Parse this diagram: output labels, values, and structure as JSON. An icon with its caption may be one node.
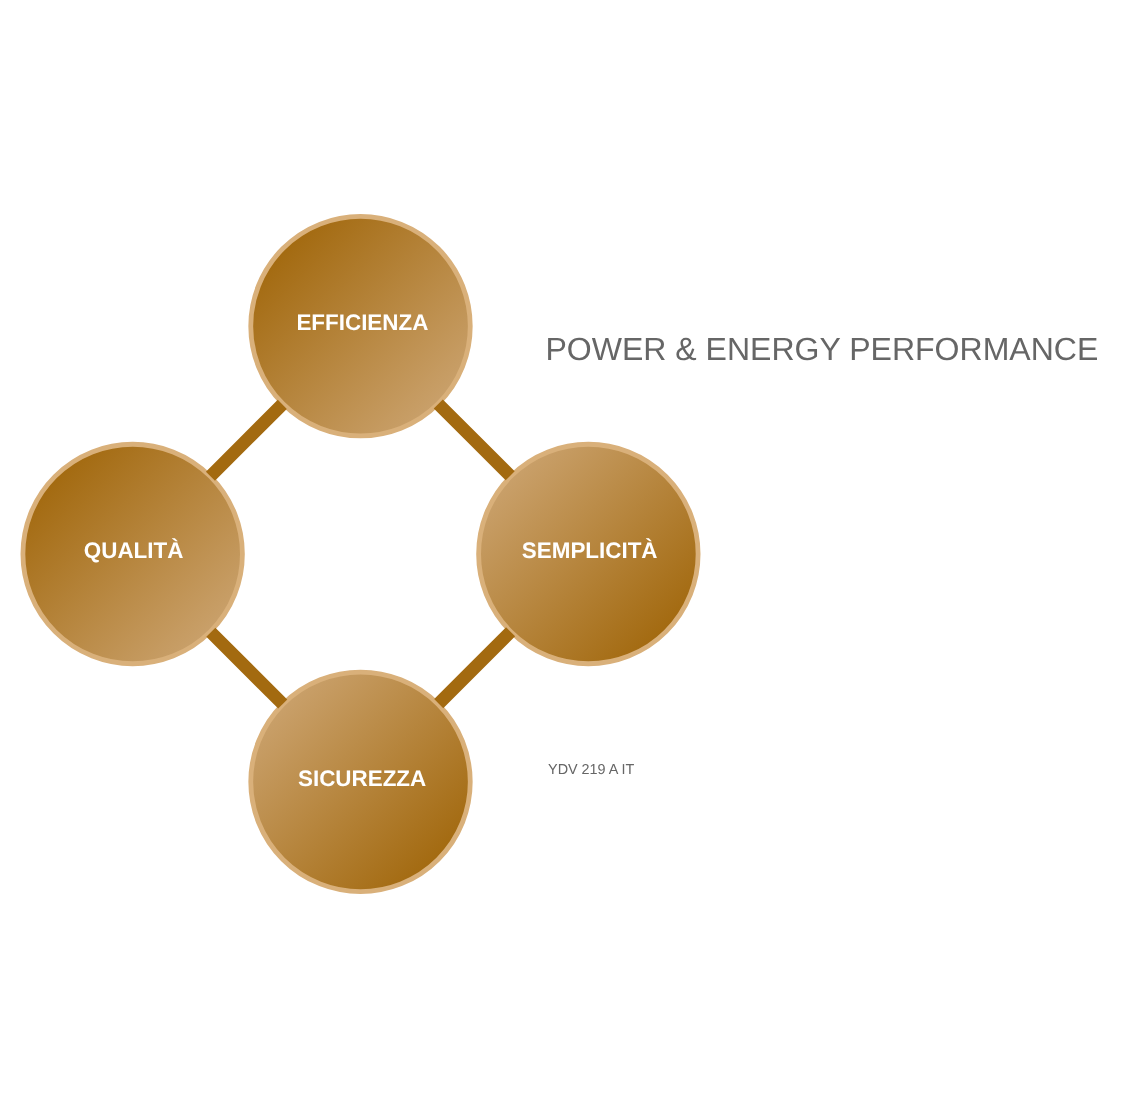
{
  "diagram": {
    "nodes": [
      {
        "text": [
          "SICUREZZA"
        ]
      },
      {
        "text": [
          "QUALITÀ"
        ]
      },
      {
        "text": [
          "EFFICIENZA"
        ]
      },
      {
        "text": [
          "SEMPLICITÀ"
        ]
      }
    ],
    "edges": [
      {
        "from": 0,
        "to": 1,
        "arrow": "none"
      },
      {
        "from": 1,
        "to": 2,
        "arrow": "none"
      },
      {
        "from": 2,
        "to": 3,
        "arrow": "none"
      },
      {
        "from": 3,
        "to": 0,
        "arrow": "none"
      }
    ],
    "labels": [
      "POWER & ENERGY PERFORMANCE",
      "YDV 219 A IT"
    ]
  }
}
